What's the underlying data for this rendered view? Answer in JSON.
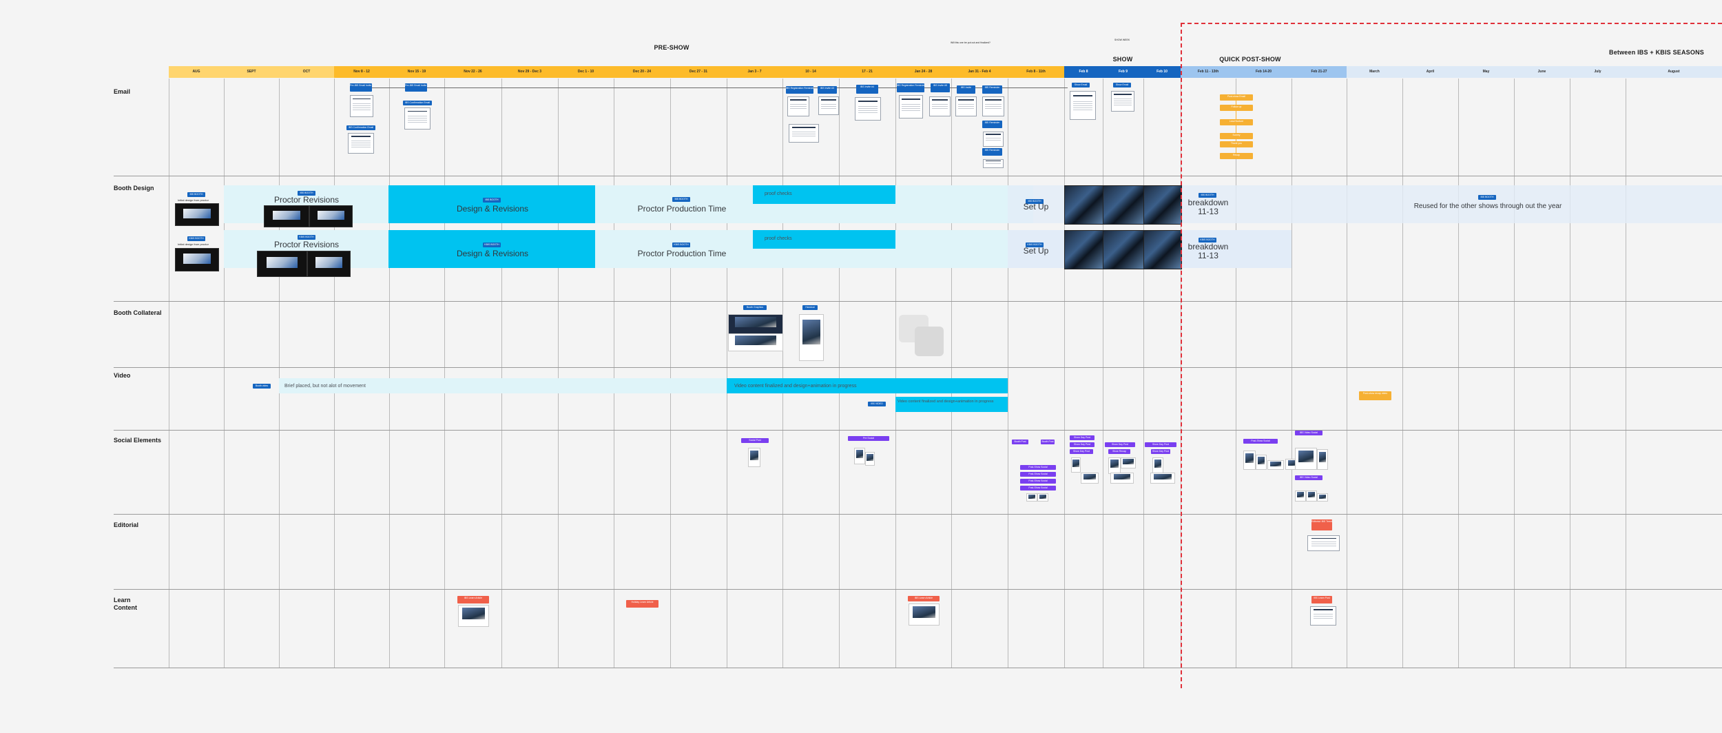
{
  "colors": {
    "preshow": "#fdbb2a",
    "preshow_light": "#ffd56e",
    "show": "#1565c0",
    "postshow": "#9dc5ef",
    "between": "#dde9f6",
    "cyan": "#00c3f0",
    "tag_blue": "#1565c0",
    "tag_purple": "#7a3ff0",
    "tag_orange": "#f6b033",
    "tag_red": "#f0604a",
    "divider": "#e0303a"
  },
  "header": {
    "pre_show": "PRE-SHOW",
    "show": "SHOW",
    "quick_post_show": "QUICK POST-SHOW",
    "between": "Between IBS + KBIS SEASONS",
    "note_preshow": "Will this one be put out and finalized?",
    "note_show": "SHOW WEEK"
  },
  "columns": [
    "AUG",
    "SEPT",
    "OCT",
    "Nov 8 - 12",
    "Nov 15 - 19",
    "Nov 22 - 26",
    "Nov 29 - Dec 3",
    "Dec 1 - 10",
    "Dec 20 - 24",
    "Dec 27 - 31",
    "Jan 3 - 7",
    "10 - 14",
    "17 - 21",
    "Jan 24 - 28",
    "Jan 31 - Feb 4",
    "Feb 8 - 11th",
    "Feb 8",
    "Feb 9",
    "Feb 10",
    "Feb 11 - 13th",
    "Feb 14-20",
    "Feb 21-27",
    "March",
    "April",
    "May",
    "June",
    "July",
    "August"
  ],
  "rows": {
    "email": "Email",
    "booth_design": "Booth Design",
    "booth_collateral": "Booth Collateral",
    "video": "Video",
    "social": "Social Elements",
    "editorial": "Editorial",
    "learn_content": "Learn Content"
  },
  "booth": {
    "proctor_revisions": "Proctor Revisions",
    "design_revisions": "Design & Revisions",
    "production_time": "Proctor Production Time",
    "proof_checks": "proof checks",
    "set_up": "Set Up",
    "breakdown": "breakdown 11-13",
    "reused": "Reused for the other shows through out the year",
    "tag_booth": "IBS BOOTH",
    "tag_kbis": "KBIS BOOTH",
    "initial_design": "Initial design from proctor"
  },
  "video": {
    "brief": "Brief placed, but not alot of movement",
    "in_progress": "Video content finalized and design+animation in progress",
    "in_progress_2": "Video content finalized and design+animation in progress",
    "tag_brief": "Booth video",
    "tag_video": "IBS VIDEO",
    "tag_post": "Post-show recap video"
  },
  "email_tags": [
    "Pre-IBS Email Invite #1",
    "Pre-IBS Email Invite #2",
    "IBS Confirmation Email",
    "IBS Confirmation Email",
    "IBS Registration Reminder",
    "IBS Invite #3",
    "IBS Invite #4",
    "IBS Registration Reminder",
    "IBS Invite #5",
    "IBS Invite",
    "IBS Reminder",
    "Show Email",
    "Show Email"
  ],
  "post_tags": [
    "Post-show Email",
    "Follow up",
    "Lead Nurture",
    "Survey",
    "Thank you",
    "Recap"
  ],
  "social_tags": [
    "Social Post",
    "Pre Social",
    "Booth Post",
    "Booth Post",
    "Show Day Post",
    "Show Day Post",
    "Show Day Post",
    "Show Recap",
    "Post-Show Social",
    "IBS Video Social"
  ],
  "collateral_tags": [
    "Booth Graphics",
    "Handout"
  ],
  "editorial_tags": [
    "Editorial: IBS Trends Article"
  ],
  "learn_tags": [
    "IBS Learn Article",
    "Holiday Learn Article",
    "IBS Learn Article",
    "IBS Learn Post"
  ]
}
